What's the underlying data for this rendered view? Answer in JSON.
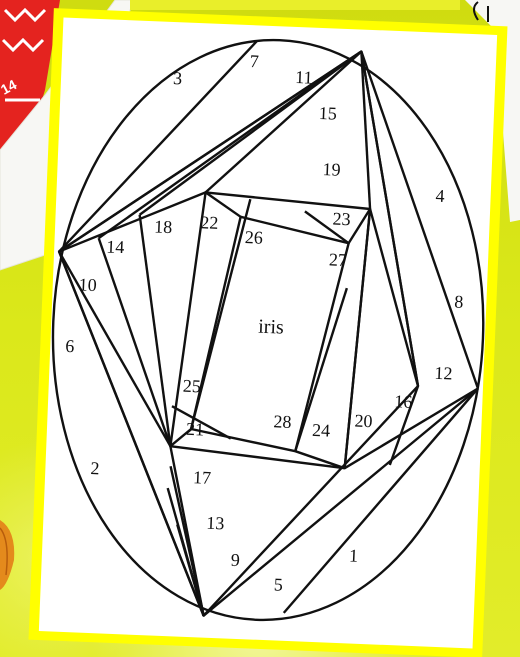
{
  "pattern": {
    "center_label": "iris",
    "segment_labels": [
      "1",
      "2",
      "3",
      "4",
      "5",
      "6",
      "7",
      "8",
      "9",
      "10",
      "11",
      "12",
      "13",
      "14",
      "15",
      "16",
      "17",
      "18",
      "19",
      "20",
      "21",
      "22",
      "23",
      "24",
      "25",
      "26",
      "27",
      "28"
    ]
  },
  "background_card": {
    "partial_label": "14"
  },
  "colors": {
    "background": "#d9e60f",
    "card_border": "#ffff00",
    "paper": "#ffffff",
    "ink": "#111111",
    "red_card": "#e4231f"
  }
}
